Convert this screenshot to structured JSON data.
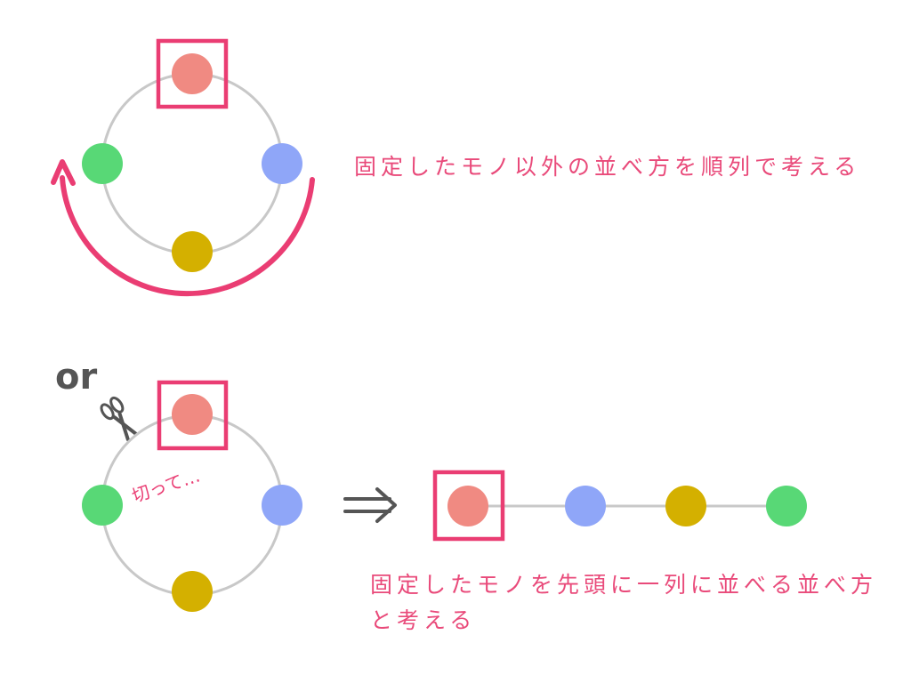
{
  "colors": {
    "accent": "#ea3d73",
    "caption_text": "#e94a7a",
    "ring": "#c8c8c8",
    "node_red": "#f08a82",
    "node_blue": "#8fa6f8",
    "node_green": "#58d876",
    "node_yellow": "#d4b000",
    "sketch": "#555555"
  },
  "icons": {
    "scissors": "scissors-icon",
    "double_arrow": "double-arrow-icon",
    "rotate_arrow": "rotation-arrow-icon"
  },
  "captions": {
    "top": "固定したモノ以外の並べ方を順列で考える",
    "bottom_line1": "固定したモノを先頭に一列に並べる並べ方",
    "bottom_line2": "と考える"
  },
  "annotations": {
    "or_label": "or",
    "cut_label": "切って…"
  }
}
